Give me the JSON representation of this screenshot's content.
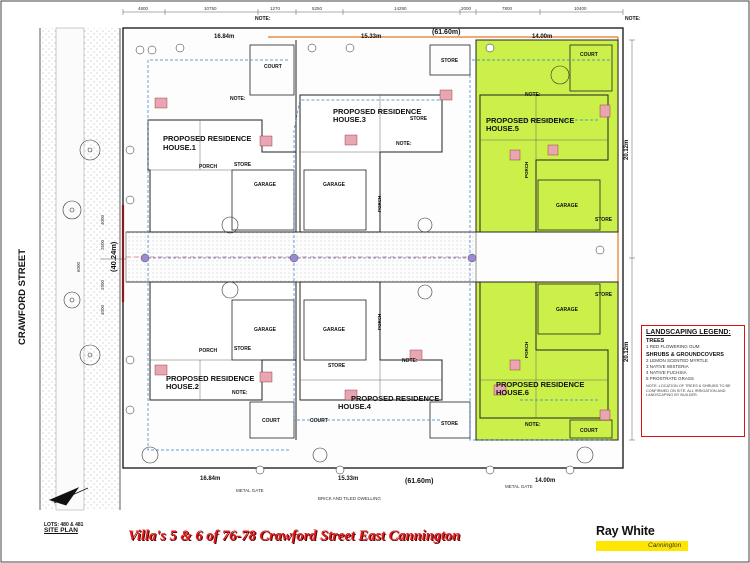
{
  "street_name": "CRAWFORD      STREET",
  "street_frontage": "(40.24m)",
  "boundaries": {
    "top_total": "(61.60m)",
    "bottom_total": "(61.60m)",
    "top_left": "16.84m",
    "top_mid": "15.33m",
    "top_right": "14.00m",
    "bottom_left": "16.84m",
    "bottom_mid": "15.33m",
    "bottom_right": "14.00m",
    "right_upper": "20.12m",
    "right_lower": "20.12m"
  },
  "houses": [
    {
      "title": "PROPOSED RESIDENCE",
      "name": "HOUSE.1"
    },
    {
      "title": "PROPOSED RESIDENCE",
      "name": "HOUSE.2"
    },
    {
      "title": "PROPOSED RESIDENCE",
      "name": "HOUSE.3"
    },
    {
      "title": "PROPOSED RESIDENCE",
      "name": "HOUSE.4"
    },
    {
      "title": "PROPOSED RESIDENCE",
      "name": "HOUSE.5"
    },
    {
      "title": "PROPOSED RESIDENCE",
      "name": "HOUSE.6"
    }
  ],
  "labels": {
    "court": "COURT",
    "store": "STORE",
    "garage": "GARAGE",
    "porch": "PORCH",
    "note": "NOTE:",
    "metal_gate": "METAL GATE",
    "brick_tile": "BRICK AND TILED DWELLING",
    "dims_top": [
      "4800",
      "10750",
      "1270",
      "5250",
      "14290",
      "2000",
      "7800",
      "10400"
    ],
    "dims_left": [
      "4000",
      "2500",
      "6000",
      "2900",
      "4000"
    ]
  },
  "legend": {
    "title": "LANDSCAPING LEGEND:",
    "trees_heading": "TREES",
    "trees": [
      "1  RED FLOWERING GUM"
    ],
    "shrubs_heading": "SHRUBS & GROUNDCOVERS",
    "shrubs": [
      "2  LEMON SCENTED MYRTLE",
      "3  NATIVE WISTERIA",
      "4  NATIVE FUCHSIA",
      "5  PROSTRATE GRASS"
    ],
    "notes": "NOTE: LOCATION OF TREES & SHRUBS TO BE CONFIRMED ON SITE. ALL IRRIGATION AND LANDSCAPING BY BUILDER."
  },
  "lots": "LOTS: 480 & 481",
  "site_plan": "SITE  PLAN",
  "caption": "Villa's 5 & 6 of 76-78 Crawford Street East Cannington",
  "brand": {
    "name": "Ray White",
    "office": "Cannington"
  },
  "colors": {
    "highlight": "#ccf04a",
    "caption": "#e11b1b",
    "brand_bar": "#ffe600",
    "driveway_dot": "#9a8ad6"
  }
}
